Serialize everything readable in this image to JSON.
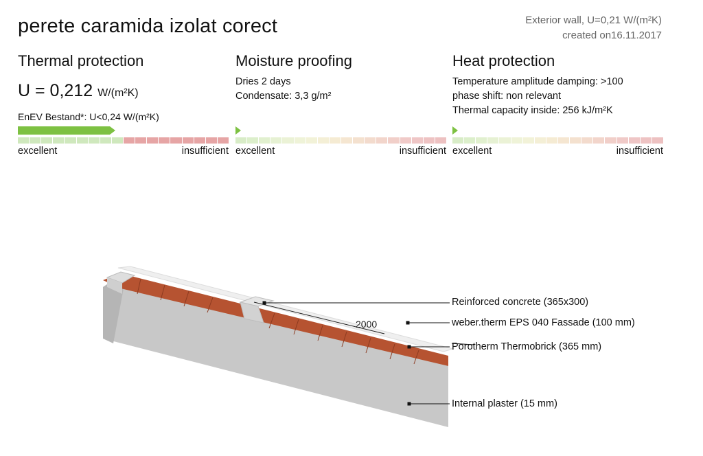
{
  "header": {
    "title": "perete caramida izolat corect",
    "wall_info": "Exterior wall, U=0,21 W/(m²K)",
    "created": "created on16.11.2017"
  },
  "thermal": {
    "heading": "Thermal protection",
    "u_value": "U = 0,212",
    "u_unit": "W/(m²K)",
    "standard": "EnEV Bestand*: U<0,24 W/(m²K)",
    "rating_fraction": 0.45,
    "label_good": "excellent",
    "label_bad": "insufficient"
  },
  "moisture": {
    "heading": "Moisture proofing",
    "line1": "Dries 2 days",
    "line2": "Condensate: 3,3 g/m²",
    "rating_fraction": 0.0,
    "label_good": "excellent",
    "label_bad": "insufficient"
  },
  "heat": {
    "heading": "Heat protection",
    "line1": "Temperature amplitude damping: >100",
    "line2": "phase shift: non relevant",
    "line3": "Thermal capacity inside: 256 kJ/m²K",
    "rating_fraction": 0.0,
    "label_good": "excellent",
    "label_bad": "insufficient"
  },
  "drawing": {
    "dimension": "2000",
    "layers": [
      "Reinforced concrete (365x300)",
      "weber.therm EPS 040 Fassade (100 mm)",
      "Porotherm Thermobrick (365 mm)",
      "Internal plaster (15 mm)"
    ]
  },
  "colors": {
    "brick": "#b65331",
    "concrete": "#d9d9d9",
    "plaster": "#c9c9c9",
    "insulation": "#efefef",
    "good": "#7dc142",
    "bad": "#e6a5a5"
  }
}
